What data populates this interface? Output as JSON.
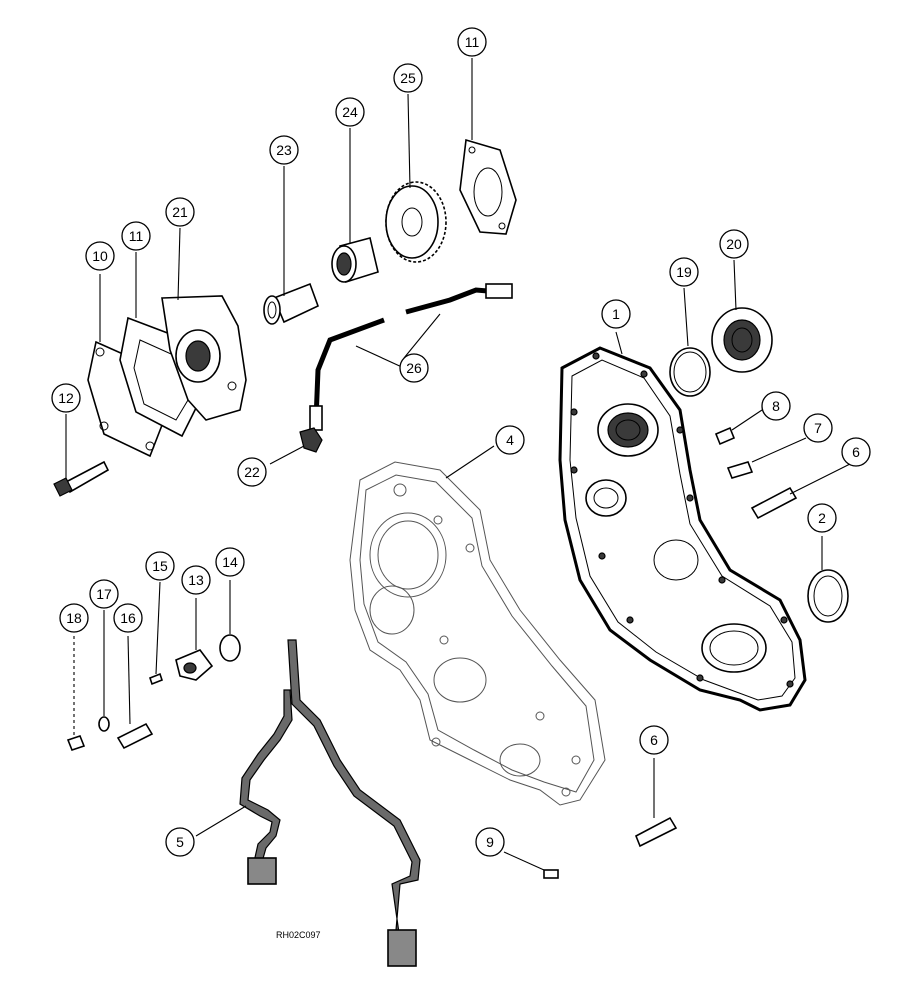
{
  "figure_code": "RH02C097",
  "callouts": [
    {
      "id": "c1",
      "label": "1"
    },
    {
      "id": "c2",
      "label": "2"
    },
    {
      "id": "c4",
      "label": "4"
    },
    {
      "id": "c5",
      "label": "5"
    },
    {
      "id": "c6a",
      "label": "6"
    },
    {
      "id": "c6b",
      "label": "6"
    },
    {
      "id": "c7",
      "label": "7"
    },
    {
      "id": "c8",
      "label": "8"
    },
    {
      "id": "c9",
      "label": "9"
    },
    {
      "id": "c10",
      "label": "10"
    },
    {
      "id": "c11a",
      "label": "11"
    },
    {
      "id": "c11b",
      "label": "11"
    },
    {
      "id": "c12",
      "label": "12"
    },
    {
      "id": "c13",
      "label": "13"
    },
    {
      "id": "c14",
      "label": "14"
    },
    {
      "id": "c15",
      "label": "15"
    },
    {
      "id": "c16",
      "label": "16"
    },
    {
      "id": "c17",
      "label": "17"
    },
    {
      "id": "c18",
      "label": "18"
    },
    {
      "id": "c19",
      "label": "19"
    },
    {
      "id": "c20",
      "label": "20"
    },
    {
      "id": "c21",
      "label": "21"
    },
    {
      "id": "c22",
      "label": "22"
    },
    {
      "id": "c23",
      "label": "23"
    },
    {
      "id": "c24",
      "label": "24"
    },
    {
      "id": "c25",
      "label": "25"
    },
    {
      "id": "c26",
      "label": "26"
    }
  ]
}
